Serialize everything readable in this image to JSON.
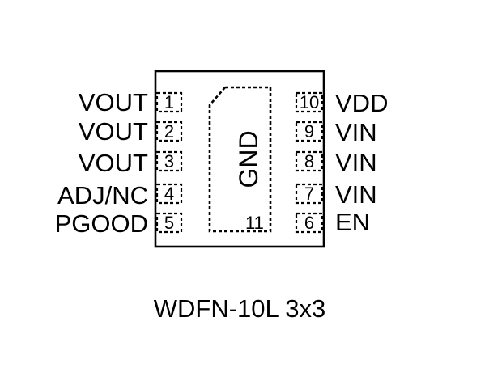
{
  "package": {
    "caption": "WDFN-10L 3x3",
    "exposed_pad": {
      "label": "GND",
      "number": "11"
    },
    "pins_left": [
      {
        "number": "1",
        "name": "VOUT"
      },
      {
        "number": "2",
        "name": "VOUT"
      },
      {
        "number": "3",
        "name": "VOUT"
      },
      {
        "number": "4",
        "name": "ADJ/NC"
      },
      {
        "number": "5",
        "name": "PGOOD"
      }
    ],
    "pins_right": [
      {
        "number": "10",
        "name": "VDD"
      },
      {
        "number": "9",
        "name": "VIN"
      },
      {
        "number": "8",
        "name": "VIN"
      },
      {
        "number": "7",
        "name": "VIN"
      },
      {
        "number": "6",
        "name": "EN"
      }
    ]
  }
}
